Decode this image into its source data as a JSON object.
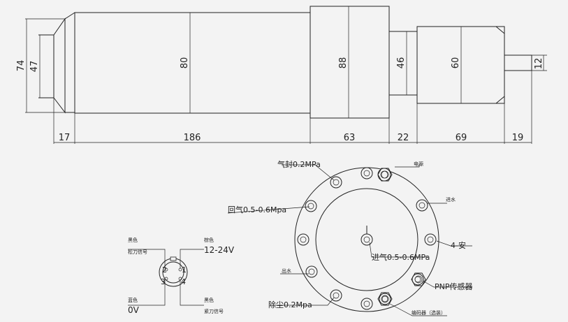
{
  "side_view": {
    "heights": {
      "d74": "74",
      "d47": "47",
      "d80": "80",
      "d88": "88",
      "d46": "46",
      "d60": "60",
      "d12": "12"
    },
    "lengths": {
      "l17": "17",
      "l186": "186",
      "l63": "63",
      "l22": "22",
      "l69": "69",
      "l19": "19"
    }
  },
  "connector": {
    "tl_a": "黑色",
    "tl_b": "松刀信号",
    "tr_a": "棕色",
    "tr_b": "12-24V",
    "bl_a": "蓝色",
    "bl_b": "0V",
    "br_a": "黑色",
    "br_b": "紧刀信号",
    "pin1": "1",
    "pin2": "2",
    "pin3": "3",
    "pin4": "4"
  },
  "rear_view": {
    "air_seal": "气封0.2MPa",
    "power": "电源",
    "return_air": "回气0.5-0.6Mpa",
    "water_in": "进水",
    "mount": "4-安",
    "air_in": "进气0.5-0.6MPa",
    "water_out": "出水",
    "pnp": "PNP传感器",
    "dust": "除尘0.2Mpa",
    "encoder": "编码器（选装）"
  }
}
